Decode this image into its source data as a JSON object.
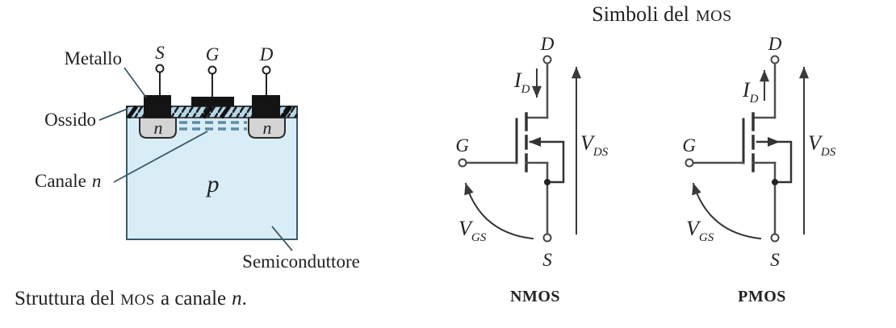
{
  "title": {
    "part1": "Simboli del",
    "mos": "MOS"
  },
  "structure": {
    "labels": {
      "metallo": "Metallo",
      "ossido": "Ossido",
      "canale": "Canale",
      "canale_var": "n",
      "semiconduttore": "Semiconduttore"
    },
    "terminals": {
      "source": "S",
      "gate": "G",
      "drain": "D"
    },
    "regions": {
      "n_left": "n",
      "n_right": "n",
      "p": "p"
    },
    "caption": {
      "part1": "Struttura del",
      "mos": "MOS",
      "part2": "a canale",
      "var": "n",
      "end": "."
    }
  },
  "symbols": {
    "nmos": {
      "name": "NMOS",
      "drain": "D",
      "gate": "G",
      "source": "S",
      "id_base": "I",
      "id_sub": "D",
      "vds_base": "V",
      "vds_sub": "DS",
      "vgs_base": "V",
      "vgs_sub": "GS"
    },
    "pmos": {
      "name": "PMOS",
      "drain": "D",
      "gate": "G",
      "source": "S",
      "id_base": "I",
      "id_sub": "D",
      "vds_base": "V",
      "vds_sub": "DS",
      "vgs_base": "V",
      "vgs_sub": "GS"
    }
  },
  "colors": {
    "semiconductor": "#d9edf7",
    "oxide_bg": "#b5d6e6",
    "n_region": "#d4d4d4",
    "metal": "#141414",
    "channel_dash": "#5d8cา6",
    "channel_dash_fix": "#5d8ca6",
    "outline": "#3b5a69",
    "circuit_line": "#4f4f4f",
    "text": "#222222"
  }
}
